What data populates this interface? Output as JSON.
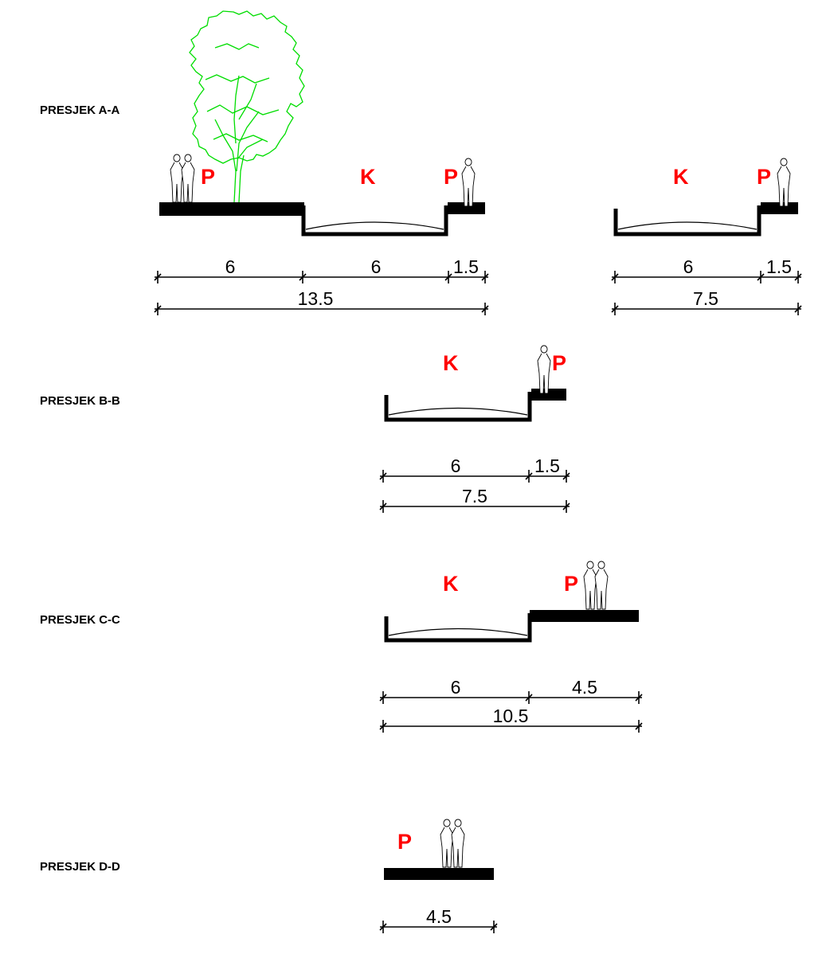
{
  "colors": {
    "zone_label": "#ff0000",
    "tree": "#00dd00",
    "lines": "#000000"
  },
  "sections": {
    "aa": {
      "title": "PRESJEK A-A",
      "left": {
        "zones": [
          "P",
          "K",
          "P"
        ],
        "dims": [
          "6",
          "6",
          "1.5"
        ],
        "total": "13.5"
      },
      "right": {
        "zones": [
          "K",
          "P"
        ],
        "dims": [
          "6",
          "1.5"
        ],
        "total": "7.5"
      }
    },
    "bb": {
      "title": "PRESJEK B-B",
      "zones": [
        "K",
        "P"
      ],
      "dims": [
        "6",
        "1.5"
      ],
      "total": "7.5"
    },
    "cc": {
      "title": "PRESJEK C-C",
      "zones": [
        "K",
        "P"
      ],
      "dims": [
        "6",
        "4.5"
      ],
      "total": "10.5"
    },
    "dd": {
      "title": "PRESJEK D-D",
      "zones": [
        "P"
      ],
      "dims": [
        "4.5"
      ]
    }
  }
}
